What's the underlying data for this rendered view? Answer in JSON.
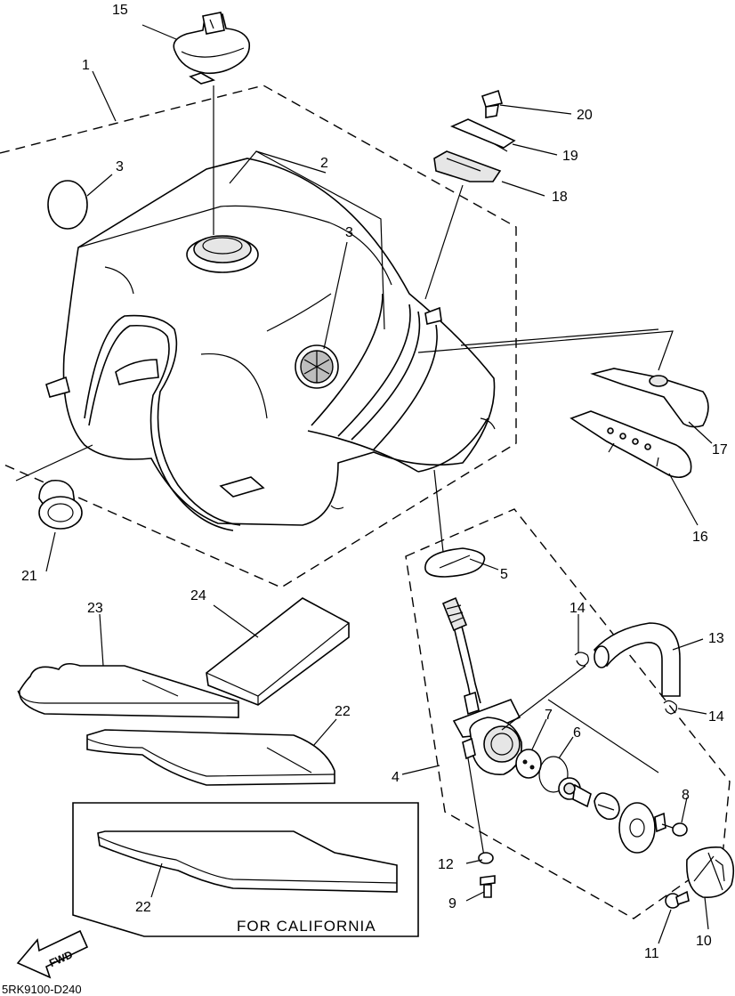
{
  "callouts": {
    "c1": "1",
    "c2": "2",
    "c3a": "3",
    "c3b": "3",
    "c4": "4",
    "c5": "5",
    "c6": "6",
    "c7": "7",
    "c8": "8",
    "c9": "9",
    "c10": "10",
    "c11": "11",
    "c12": "12",
    "c13": "13",
    "c14a": "14",
    "c14b": "14",
    "c15": "15",
    "c16": "16",
    "c17": "17",
    "c18": "18",
    "c19": "19",
    "c20": "20",
    "c21": "21",
    "c22a": "22",
    "c22b": "22",
    "c23": "23",
    "c24": "24"
  },
  "california_label": "FOR CALIFORNIA",
  "fwd_label": "FWD",
  "drawing_code": "5RK9100-D240"
}
